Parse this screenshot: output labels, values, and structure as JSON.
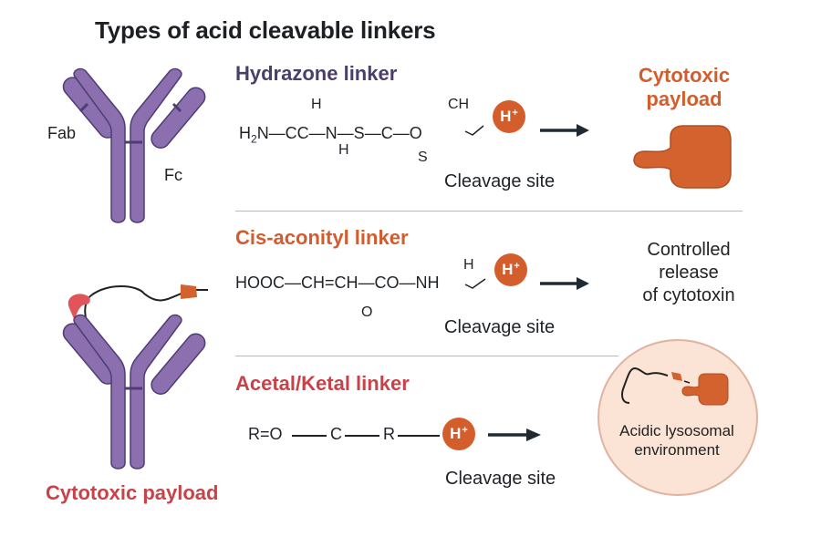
{
  "title": "Types of acid cleavable linkers",
  "colors": {
    "antibody": "#8b6fae",
    "antibody_outline": "#4e3d74",
    "hydrazone_title": "#4a3f6b",
    "cis_aconityl_title": "#d25c2d",
    "acetal_title": "#c94248",
    "hplus": "#d45d2c",
    "payload": "#d4622f",
    "lysosome_fill": "#fbe3d6",
    "lysosome_outline": "#e0b3a0",
    "red_payload": "#e0545a"
  },
  "antibody_top": {
    "fab_label": "Fab",
    "fc_label": "Fc"
  },
  "antibody_bottom": {
    "label": "Cytotoxic payload"
  },
  "sections": [
    {
      "title": "Hydrazone linker",
      "formula": {
        "main": [
          "H",
          "2",
          "N—CC—N—S—C—O"
        ],
        "above_c": "H",
        "below_n": "H",
        "below_c2": "S",
        "above_o": "CH"
      },
      "hplus_label": "H",
      "hplus_sup": "+",
      "cleavage_label": "Cleavage site",
      "result": {
        "line1": "Cytotoxic",
        "line2": "payload"
      }
    },
    {
      "title": "Cis-aconityl linker",
      "formula": {
        "main": "HOOC—CH=CH—CO—NH",
        "above_nh": "H",
        "below_ch": "O"
      },
      "hplus_label": "H",
      "hplus_sup": "+",
      "cleavage_label": "Cleavage site",
      "result": {
        "line1": "Controlled",
        "line2": "release",
        "line3": "of cytotoxin"
      }
    },
    {
      "title": "Acetal/Ketal linker",
      "formula": {
        "r1": "R=O",
        "c": "C",
        "r2": "R"
      },
      "hplus_label": "H",
      "hplus_sup": "+",
      "cleavage_label": "Cleavage site",
      "result": {
        "line1": "Acidic lysosomal",
        "line2": "environment"
      }
    }
  ]
}
